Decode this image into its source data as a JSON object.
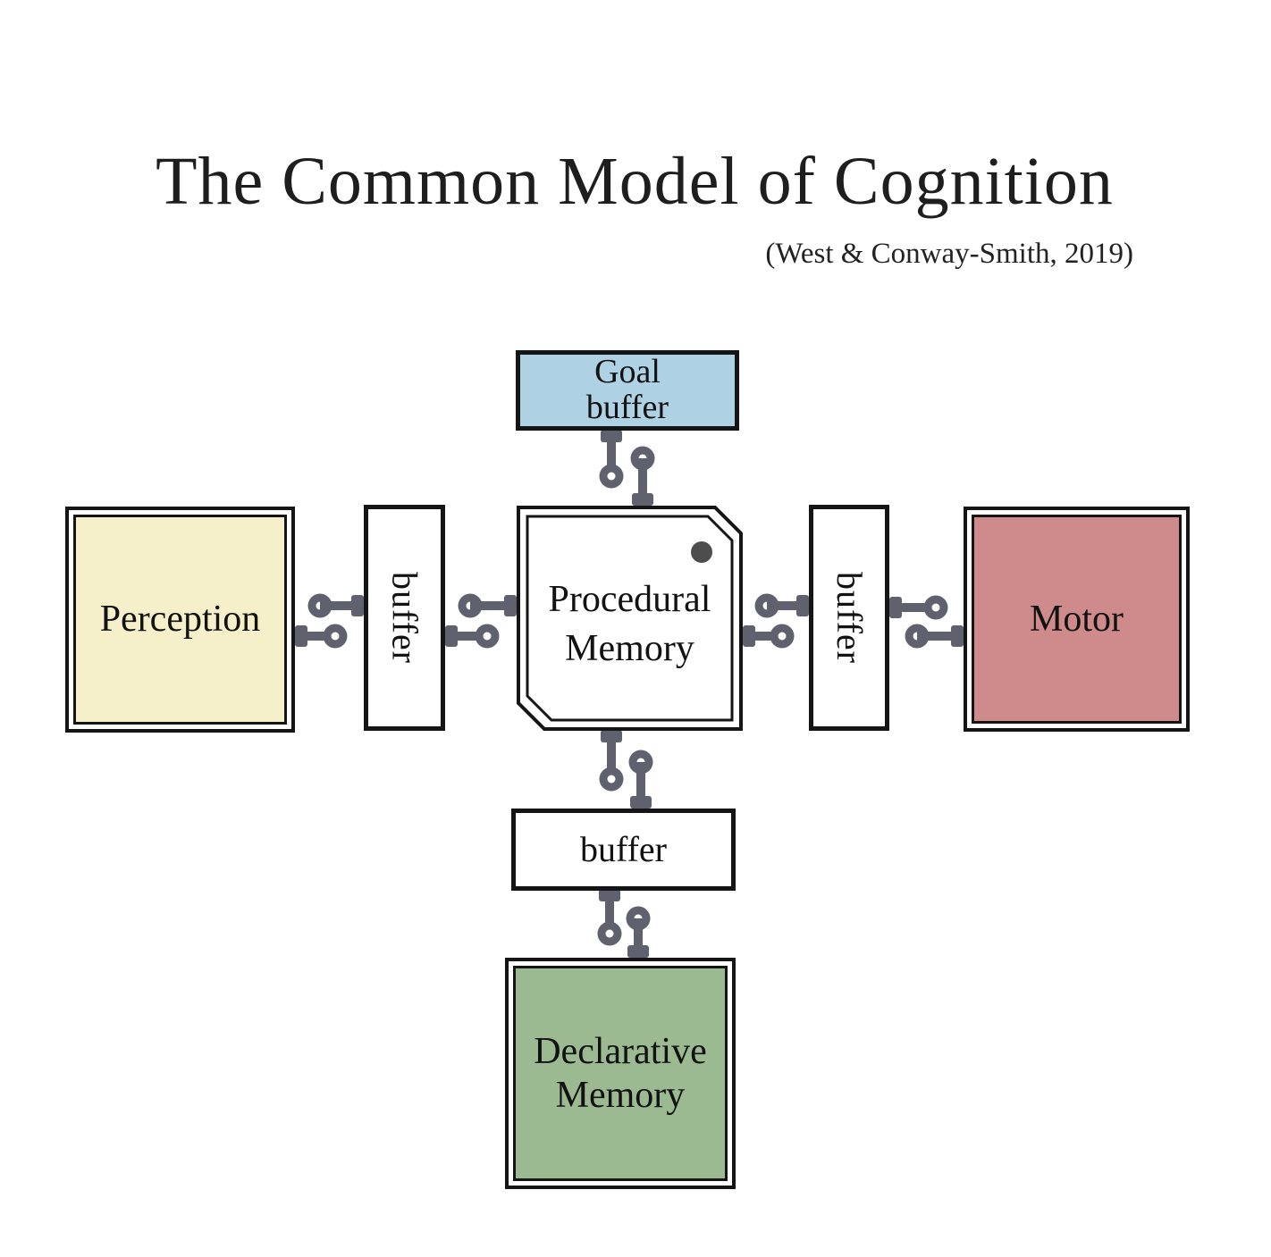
{
  "diagram": {
    "title": "The Common Model of Cognition",
    "attribution": "(West & Conway-Smith, 2019)"
  },
  "nodes": {
    "goal_buffer": {
      "label": "Goal\nbuffer",
      "fill": "#aed2e3"
    },
    "perception": {
      "label": "Perception",
      "fill": "#f5f0ca"
    },
    "buffer_left": {
      "label": "buffer",
      "fill": "#ffffff"
    },
    "procedural_memory": {
      "label": "Procedural\nMemory",
      "fill": "#ffffff"
    },
    "buffer_right": {
      "label": "buffer",
      "fill": "#ffffff"
    },
    "motor": {
      "label": "Motor",
      "fill": "#cf8b8c"
    },
    "buffer_bottom": {
      "label": "buffer",
      "fill": "#ffffff"
    },
    "declarative_memory": {
      "label": "Declarative\nMemory",
      "fill": "#9cba91"
    }
  },
  "links": [
    {
      "from": "goal_buffer",
      "to": "procedural_memory"
    },
    {
      "from": "perception",
      "to": "buffer_left"
    },
    {
      "from": "buffer_left",
      "to": "procedural_memory"
    },
    {
      "from": "procedural_memory",
      "to": "buffer_right"
    },
    {
      "from": "buffer_right",
      "to": "motor"
    },
    {
      "from": "procedural_memory",
      "to": "buffer_bottom"
    },
    {
      "from": "buffer_bottom",
      "to": "declarative_memory"
    }
  ],
  "colors": {
    "connector": "#5f616e",
    "border": "#151515",
    "title_text": "#1e1e1e",
    "chip_dot": "#4d4d4d",
    "background": "#ffffff"
  }
}
